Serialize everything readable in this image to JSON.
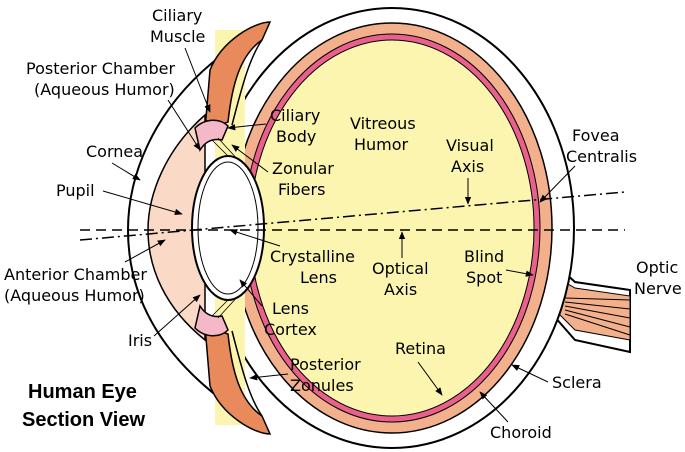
{
  "title": {
    "line1": "Human Eye",
    "line2": "Section View"
  },
  "labels": {
    "ciliary_muscle": [
      "Ciliary",
      "Muscle"
    ],
    "posterior_chamber": [
      "Posterior Chamber",
      "(Aqueous Humor)"
    ],
    "cornea": "Cornea",
    "pupil": "Pupil",
    "anterior_chamber": [
      "Anterior Chamber",
      "(Aqueous Humor)"
    ],
    "iris": "Iris",
    "ciliary_body": [
      "Ciliary",
      "Body"
    ],
    "zonular_fibers": [
      "Zonular",
      "Fibers"
    ],
    "vitreous_humor": [
      "Vitreous",
      "Humor"
    ],
    "visual_axis": [
      "Visual",
      "Axis"
    ],
    "fovea_centralis": [
      "Fovea",
      "Centralis"
    ],
    "crystalline_lens": [
      "Crystalline",
      "Lens"
    ],
    "optical_axis": [
      "Optical",
      "Axis"
    ],
    "blind_spot": [
      "Blind",
      "Spot"
    ],
    "optic_nerve": [
      "Optic",
      "Nerve"
    ],
    "lens_cortex": [
      "Lens",
      "Cortex"
    ],
    "posterior_zonules": [
      "Posterior",
      "Zonules"
    ],
    "retina": "Retina",
    "sclera": "Sclera",
    "choroid": "Choroid"
  },
  "colors": {
    "vitreous": "#fbf5b0",
    "choroid": "#f2b08c",
    "retina": "#e9608c",
    "retina_light": "#f4b8c8",
    "ciliary": "#e98a5c",
    "anterior_chamber": "#fad9c7",
    "lens": "#ffffff",
    "outline": "#000000",
    "nerve": "#f2b08c"
  }
}
